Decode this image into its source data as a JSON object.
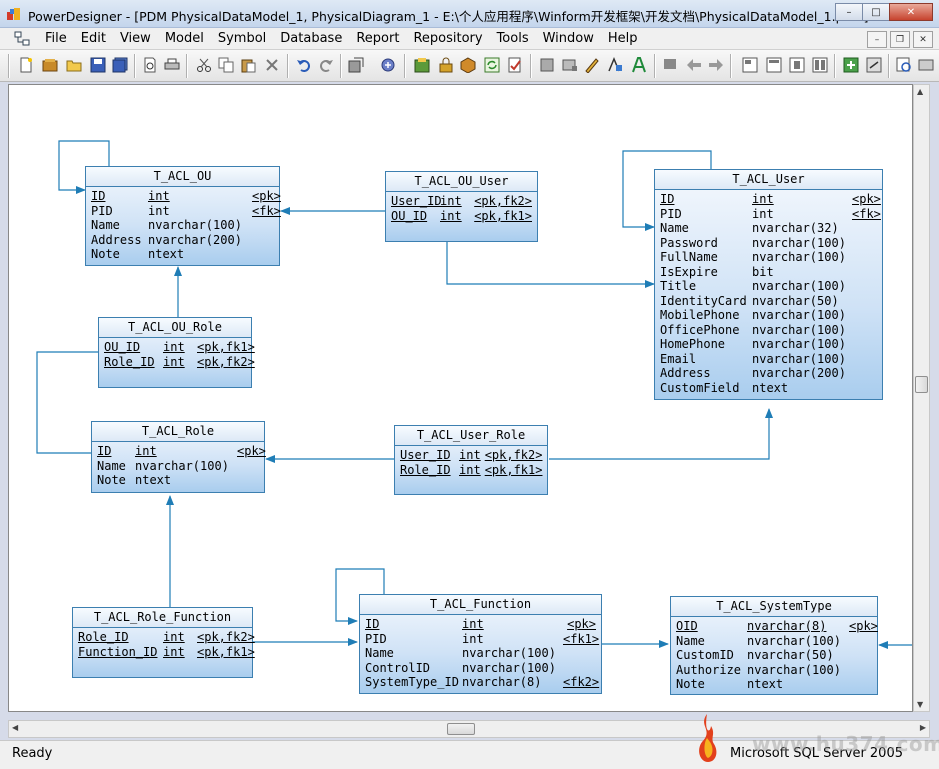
{
  "window": {
    "title": "PowerDesigner - [PDM PhysicalDataModel_1, PhysicalDiagram_1 - E:\\个人应用程序\\Winform开发框架\\开发文档\\PhysicalDataModel_1.pdm]",
    "minimize": "–",
    "maximize": "□",
    "close": "✕"
  },
  "menu": {
    "items": [
      "File",
      "Edit",
      "View",
      "Model",
      "Symbol",
      "Database",
      "Report",
      "Repository",
      "Tools",
      "Window",
      "Help"
    ],
    "mdi_minimize": "–",
    "mdi_restore": "❐",
    "mdi_close": "✕"
  },
  "toolbar_icons": [
    "new-icon",
    "model-icon",
    "open-icon",
    "save-icon",
    "save-all-icon",
    "print-preview-icon",
    "print-icon",
    "cut-icon",
    "copy-icon",
    "paste-icon",
    "delete-icon",
    "undo-icon",
    "redo-icon",
    "properties-icon",
    "find-icon",
    "new-package-icon",
    "lock-icon",
    "cube-icon",
    "refresh-icon",
    "check-model-icon",
    "group-icon",
    "fill-icon",
    "pen-icon",
    "format-icon",
    "text-icon",
    "flag-icon",
    "arrow-left-icon",
    "arrow-right-icon",
    "align-icon",
    "view-icon",
    "grid-icon",
    "window-icon",
    "generate-icon",
    "reverse-icon",
    "zoom-icon"
  ],
  "tables": {
    "ou": {
      "name": "T_ACL_OU",
      "columns": [
        {
          "name": "ID",
          "type": "int",
          "key": "<pk>",
          "underline": true
        },
        {
          "name": "PID",
          "type": "int",
          "key": "<fk>",
          "underline": false
        },
        {
          "name": "Name",
          "type": "nvarchar(100)",
          "key": "",
          "underline": false
        },
        {
          "name": "Address",
          "type": "nvarchar(200)",
          "key": "",
          "underline": false
        },
        {
          "name": "Note",
          "type": "ntext",
          "key": "",
          "underline": false
        }
      ]
    },
    "ou_user": {
      "name": "T_ACL_OU_User",
      "columns": [
        {
          "name": "User_ID",
          "type": "int",
          "key": "<pk,fk2>",
          "underline": true
        },
        {
          "name": "OU_ID",
          "type": "int",
          "key": "<pk,fk1>",
          "underline": true
        }
      ]
    },
    "user": {
      "name": "T_ACL_User",
      "columns": [
        {
          "name": "ID",
          "type": "int",
          "key": "<pk>",
          "underline": true
        },
        {
          "name": "PID",
          "type": "int",
          "key": "<fk>",
          "underline": false
        },
        {
          "name": "Name",
          "type": "nvarchar(32)",
          "key": "",
          "underline": false
        },
        {
          "name": "Password",
          "type": "nvarchar(100)",
          "key": "",
          "underline": false
        },
        {
          "name": "FullName",
          "type": "nvarchar(100)",
          "key": "",
          "underline": false
        },
        {
          "name": "IsExpire",
          "type": "bit",
          "key": "",
          "underline": false
        },
        {
          "name": "Title",
          "type": "nvarchar(100)",
          "key": "",
          "underline": false
        },
        {
          "name": "IdentityCard",
          "type": "nvarchar(50)",
          "key": "",
          "underline": false
        },
        {
          "name": "MobilePhone",
          "type": "nvarchar(100)",
          "key": "",
          "underline": false
        },
        {
          "name": "OfficePhone",
          "type": "nvarchar(100)",
          "key": "",
          "underline": false
        },
        {
          "name": "HomePhone",
          "type": "nvarchar(100)",
          "key": "",
          "underline": false
        },
        {
          "name": "Email",
          "type": "nvarchar(100)",
          "key": "",
          "underline": false
        },
        {
          "name": "Address",
          "type": "nvarchar(200)",
          "key": "",
          "underline": false
        },
        {
          "name": "CustomField",
          "type": "ntext",
          "key": "",
          "underline": false
        }
      ]
    },
    "ou_role": {
      "name": "T_ACL_OU_Role",
      "columns": [
        {
          "name": "OU_ID",
          "type": "int",
          "key": "<pk,fk1>",
          "underline": true
        },
        {
          "name": "Role_ID",
          "type": "int",
          "key": "<pk,fk2>",
          "underline": true
        }
      ]
    },
    "role": {
      "name": "T_ACL_Role",
      "columns": [
        {
          "name": "ID",
          "type": "int",
          "key": "<pk>",
          "underline": true
        },
        {
          "name": "Name",
          "type": "nvarchar(100)",
          "key": "",
          "underline": false
        },
        {
          "name": "Note",
          "type": "ntext",
          "key": "",
          "underline": false
        }
      ]
    },
    "user_role": {
      "name": "T_ACL_User_Role",
      "columns": [
        {
          "name": "User_ID",
          "type": "int",
          "key": "<pk,fk2>",
          "underline": true
        },
        {
          "name": "Role_ID",
          "type": "int",
          "key": "<pk,fk1>",
          "underline": true
        }
      ]
    },
    "role_function": {
      "name": "T_ACL_Role_Function",
      "columns": [
        {
          "name": "Role_ID",
          "type": "int",
          "key": "<pk,fk2>",
          "underline": true
        },
        {
          "name": "Function_ID",
          "type": "int",
          "key": "<pk,fk1>",
          "underline": true
        }
      ]
    },
    "function": {
      "name": "T_ACL_Function",
      "columns": [
        {
          "name": "ID",
          "type": "int",
          "key": "<pk>",
          "underline": true
        },
        {
          "name": "PID",
          "type": "int",
          "key": "<fk1>",
          "underline": false
        },
        {
          "name": "Name",
          "type": "nvarchar(100)",
          "key": "",
          "underline": false
        },
        {
          "name": "ControlID",
          "type": "nvarchar(100)",
          "key": "",
          "underline": false
        },
        {
          "name": "SystemType_ID",
          "type": "nvarchar(8)",
          "key": "<fk2>",
          "underline": false
        }
      ]
    },
    "systemtype": {
      "name": "T_ACL_SystemType",
      "columns": [
        {
          "name": "OID",
          "type": "nvarchar(8)",
          "key": "<pk>",
          "underline": true
        },
        {
          "name": "Name",
          "type": "nvarchar(100)",
          "key": "",
          "underline": false
        },
        {
          "name": "CustomID",
          "type": "nvarchar(50)",
          "key": "",
          "underline": false
        },
        {
          "name": "Authorize",
          "type": "nvarchar(100)",
          "key": "",
          "underline": false
        },
        {
          "name": "Note",
          "type": "ntext",
          "key": "",
          "underline": false
        }
      ]
    }
  },
  "status": {
    "text": "Ready",
    "dbms": "Microsoft SQL Server 2005"
  },
  "watermark": "www.hu374.com",
  "colors": {
    "link": "#1f7db6",
    "entity_border": "#3c7fb0"
  }
}
